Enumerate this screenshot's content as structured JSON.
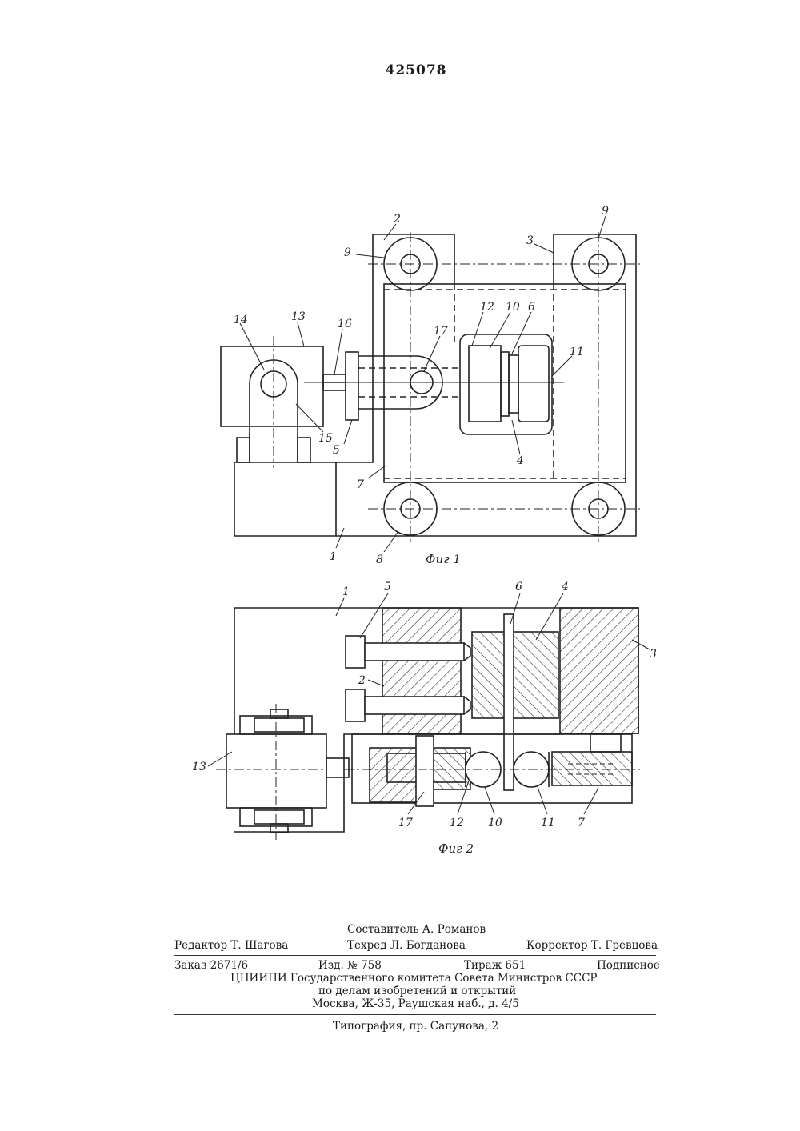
{
  "patent_number": "425078",
  "figures": {
    "fig1": {
      "caption": "Фиг 1",
      "labels": [
        "2",
        "9",
        "9",
        "3",
        "12",
        "10",
        "6",
        "14",
        "13",
        "16",
        "17",
        "11",
        "15",
        "5",
        "4",
        "7",
        "1",
        "8"
      ]
    },
    "fig2": {
      "caption": "Фиг 2",
      "labels": [
        "1",
        "5",
        "6",
        "4",
        "3",
        "2",
        "13",
        "17",
        "12",
        "10",
        "11",
        "7"
      ]
    }
  },
  "imprint": {
    "compiler": "Составитель А. Романов",
    "editor": "Редактор Т. Шагова",
    "tech_editor": "Техред Л. Богданова",
    "proofreader": "Корректор Т. Гревцова",
    "order": "Заказ 2671/6",
    "edition": "Изд. № 758",
    "print_run": "Тираж 651",
    "subscription": "Подписное",
    "publisher_1": "ЦНИИПИ Государственного комитета Совета Министров СССР",
    "publisher_2": "по делам изобретений и открытий",
    "address": "Москва, Ж-35, Раушская наб., д. 4/5",
    "printing_house": "Типография, пр. Сапунова, 2"
  }
}
